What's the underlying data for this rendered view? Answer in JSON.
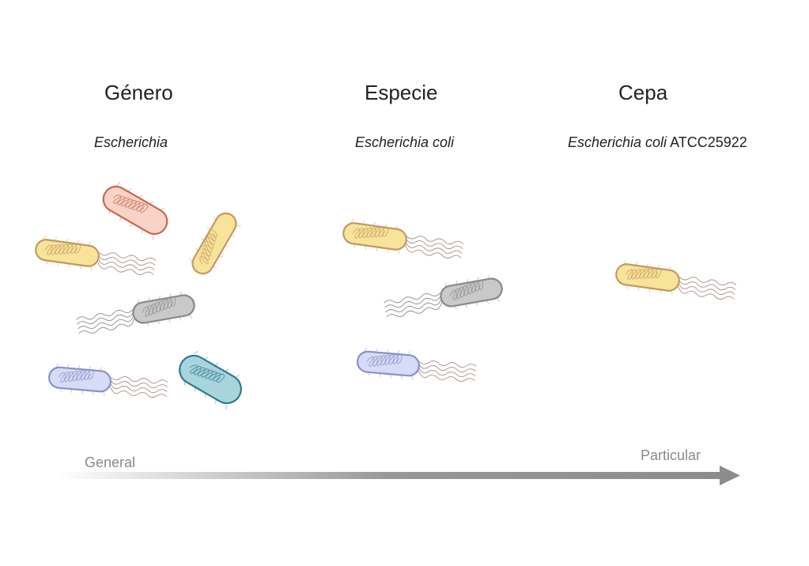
{
  "columns": [
    {
      "heading": "Género",
      "name_italic": "Escherichia",
      "name_plain": ""
    },
    {
      "heading": "Especie",
      "name_italic": "Escherichia coli",
      "name_plain": ""
    },
    {
      "heading": "Cepa",
      "name_italic": "Escherichia coli",
      "name_plain": " ATCC25922"
    }
  ],
  "axis": {
    "start_label": "General",
    "end_label": "Particular"
  },
  "colors": {
    "red": {
      "fill": "#f9d3c8",
      "stroke": "#c4694e"
    },
    "yellow": {
      "fill": "#f8e39b",
      "stroke": "#c49a5e"
    },
    "gray": {
      "fill": "#c9c9c9",
      "stroke": "#8a8a8a"
    },
    "blue": {
      "fill": "#d6dcf7",
      "stroke": "#8c8fc6"
    },
    "teal": {
      "fill": "#a8d4dc",
      "stroke": "#2f7a92"
    },
    "flagella": "#b39a94",
    "arrow": "#8c8c8c"
  }
}
